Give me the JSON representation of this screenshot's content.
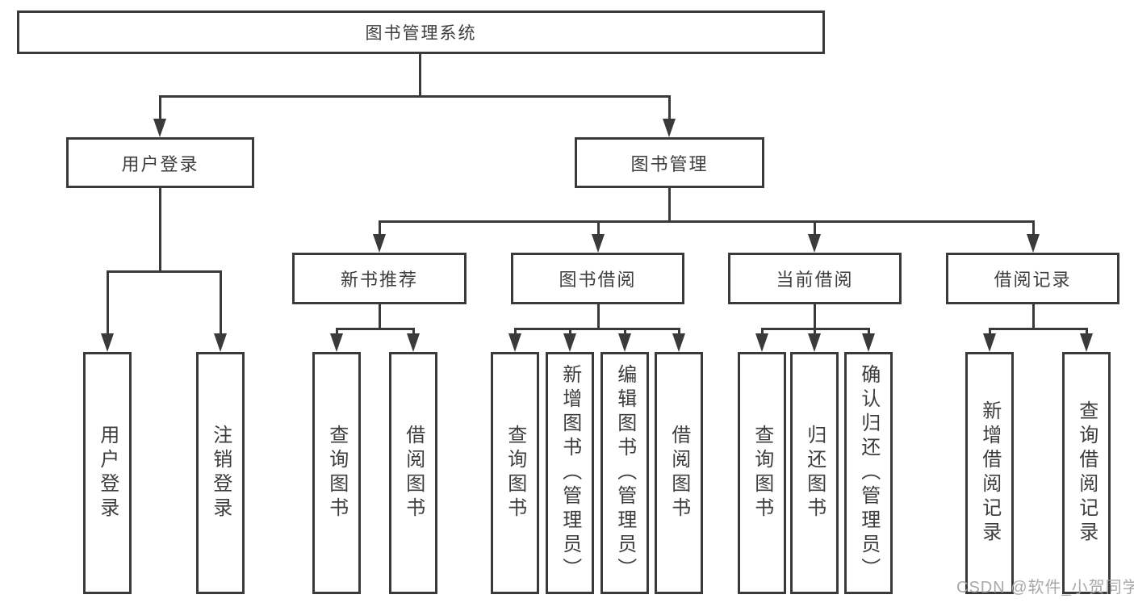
{
  "diagram": {
    "title": "图书管理系统",
    "watermark": "CSDN @软件_小贺同学",
    "colors": {
      "line": "#3a3a3a",
      "text": "#3d3d3d",
      "watermark": "#a4a4a4",
      "background": "#ffffff"
    },
    "level2": [
      {
        "label": "用户登录"
      },
      {
        "label": "图书管理"
      }
    ],
    "level3": [
      {
        "label": "新书推荐"
      },
      {
        "label": "图书借阅"
      },
      {
        "label": "当前借阅"
      },
      {
        "label": "借阅记录"
      }
    ],
    "leaves": [
      {
        "label": "用户登录"
      },
      {
        "label": "注销登录"
      },
      {
        "label": "查询图书"
      },
      {
        "label": "借阅图书"
      },
      {
        "label": "查询图书"
      },
      {
        "label": "新增图书（管理员）"
      },
      {
        "label": "编辑图书（管理员）"
      },
      {
        "label": "借阅图书"
      },
      {
        "label": "查询图书"
      },
      {
        "label": "归还图书"
      },
      {
        "label": "确认归还（管理员）"
      },
      {
        "label": "新增借阅记录"
      },
      {
        "label": "查询借阅记录"
      }
    ]
  }
}
